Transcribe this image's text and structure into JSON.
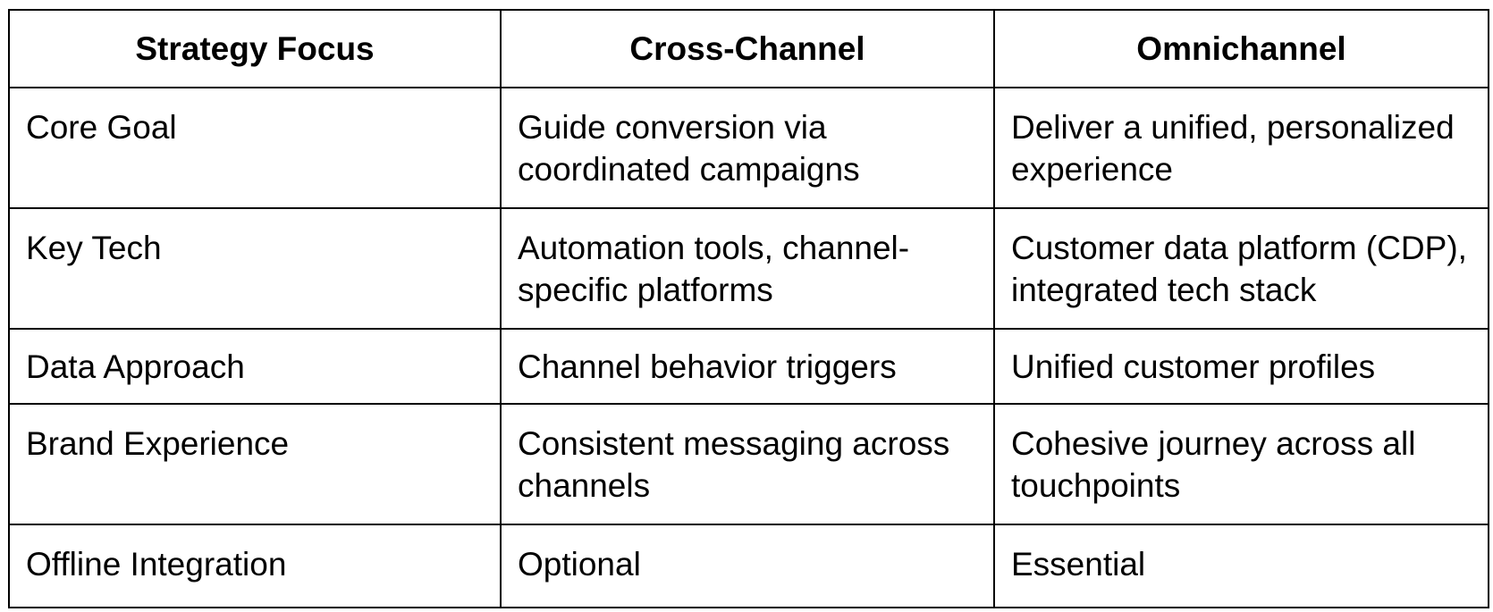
{
  "table": {
    "headers": [
      "Strategy Focus",
      "Cross-Channel",
      "Omnichannel"
    ],
    "rows": [
      {
        "focus": "Core Goal",
        "cross_channel": "Guide conversion via coordinated campaigns",
        "omnichannel": "Deliver a unified, personalized experience"
      },
      {
        "focus": "Key Tech",
        "cross_channel": "Automation tools, channel-specific platforms",
        "omnichannel": "Customer data platform (CDP), integrated tech stack"
      },
      {
        "focus": "Data Approach",
        "cross_channel": "Channel behavior triggers",
        "omnichannel": "Unified customer profiles"
      },
      {
        "focus": "Brand Experience",
        "cross_channel": "Consistent messaging across channels",
        "omnichannel": "Cohesive journey across all touchpoints"
      },
      {
        "focus": "Offline Integration",
        "cross_channel": "Optional",
        "omnichannel": "Essential"
      }
    ]
  }
}
